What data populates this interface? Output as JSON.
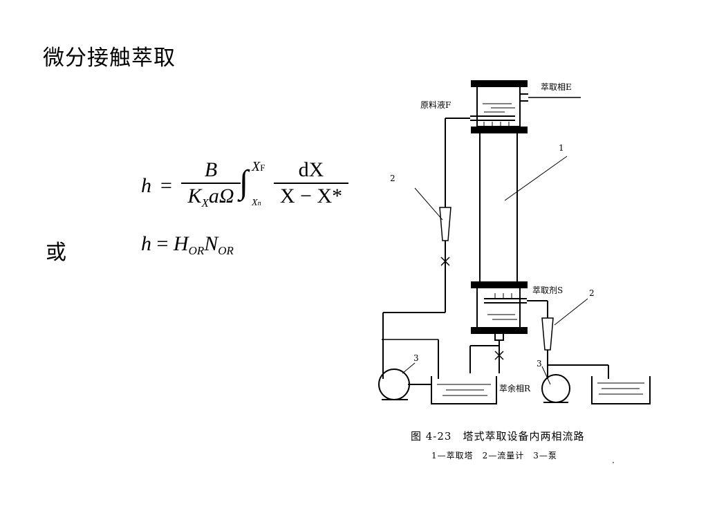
{
  "slide": {
    "title": "微分接触萃取",
    "or_label": "或"
  },
  "formula1": {
    "lhs": "h",
    "equals": "=",
    "coef_num": "B",
    "coef_den_K": "K",
    "coef_den_sub": "X",
    "coef_den_rest": "aΩ",
    "integral": "∫",
    "upper": "X",
    "upper_sub": "F",
    "lower": "X",
    "lower_sub": "n",
    "int_num": "dX",
    "int_den": "X − X*"
  },
  "formula2": {
    "lhs": "h",
    "equals": "=",
    "H": "H",
    "H_sub": "OR",
    "N": "N",
    "N_sub": "OR"
  },
  "diagram": {
    "labels": {
      "extract": "萃取相E",
      "feed": "原料液F",
      "solvent": "萃取剂S",
      "raffinate": "萃余相R",
      "n1": "1",
      "n2a": "2",
      "n2b": "2",
      "n3a": "3",
      "n3b": "3"
    }
  },
  "caption": "图 4-23　塔式萃取设备内两相流路",
  "legend": "1—萃取塔　2—流量计　3—泵"
}
